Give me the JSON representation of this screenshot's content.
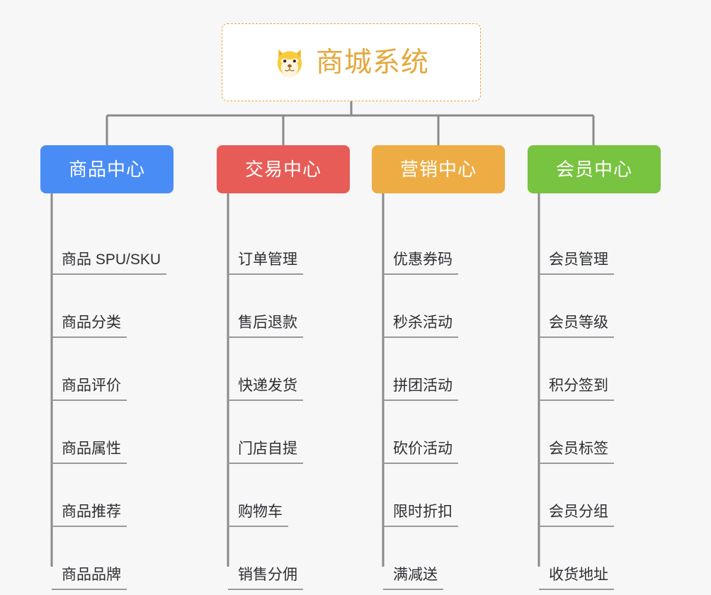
{
  "diagram": {
    "type": "org-chart",
    "background_color": "#f7f7f7",
    "connector_color": "#8a8a8a",
    "root": {
      "title": "商城系统",
      "icon": "shiba-dog-face-icon",
      "text_color": "#e4a83b",
      "border_color": "#e8a33d",
      "border_style": "dashed",
      "background_color": "#ffffff"
    },
    "categories": [
      {
        "label": "商品中心",
        "color": "#4a8cf5",
        "items": [
          "商品 SPU/SKU",
          "商品分类",
          "商品评价",
          "商品属性",
          "商品推荐",
          "商品品牌"
        ]
      },
      {
        "label": "交易中心",
        "color": "#e75c57",
        "items": [
          "订单管理",
          "售后退款",
          "快递发货",
          "门店自提",
          "购物车",
          "销售分佣"
        ]
      },
      {
        "label": "营销中心",
        "color": "#edad44",
        "items": [
          "优惠券码",
          "秒杀活动",
          "拼团活动",
          "砍价活动",
          "限时折扣",
          "满减送"
        ]
      },
      {
        "label": "会员中心",
        "color": "#78c340",
        "items": [
          "会员管理",
          "会员等级",
          "积分签到",
          "会员标签",
          "会员分组",
          "收货地址"
        ]
      }
    ]
  }
}
